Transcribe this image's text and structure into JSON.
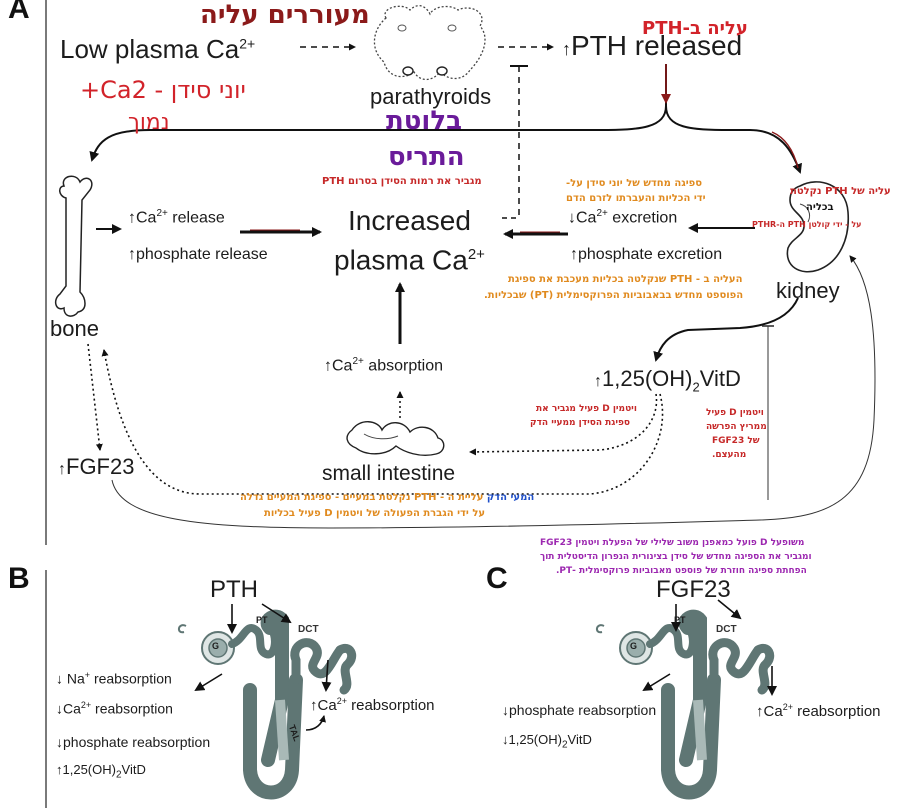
{
  "panel_a": {
    "letter": "A",
    "low_plasma": "Low plasma Ca",
    "low_plasma_sup": "2+",
    "parathyroids": "parathyroids",
    "pth_released": "PTH released",
    "increased": "Increased",
    "plasma_ca": "plasma Ca",
    "plasma_ca_sup": "2+",
    "bone": "bone",
    "ca_release": "Ca",
    "ca_release_sup": "2+",
    "ca_release_tail": " release",
    "phosphate_release": "phosphate release",
    "ca_excretion": "Ca",
    "ca_excretion_sup": "2+",
    "ca_excretion_tail": " excretion",
    "phosphate_excretion": "phosphate excretion",
    "kidney": "kidney",
    "vitd": "1,25(OH)",
    "vitd_sub": "2",
    "vitd_tail": "VitD",
    "ca_absorption": "Ca",
    "ca_absorption_sup": "2+",
    "ca_absorption_tail": " absorption",
    "small_intestine": "small intestine",
    "fgf23": "FGF23"
  },
  "hebrew_notes": {
    "activated_rise": "מעוררים עליה",
    "rise_in_pth": "עליה ב-PTH",
    "ionized_ca_low": "יוני סידן - Ca2+",
    "low": "נמוך",
    "gland": "בלוטת",
    "thyroid": "התריס",
    "pth_raises_serum": "PTH מגביר את רמות הסידן בסרום",
    "reabsorption_line1": "ספיגה מחדש של יוני סידן  על-",
    "reabsorption_line2": "ידי הכליות והעברתו לזרם הדם",
    "pth_rise_kidney_1": "עליה של  PTH  נקלטת",
    "pth_rise_kidney_2": "בכליה",
    "pth_rise_kidney_3": "על - ידי קולטן PTH ה-PTHR",
    "phosphate_note_1": "העליה ב - PTH שנקלטה בכליות מעכבת את ספיגת",
    "phosphate_note_2": "הפוספט מחדש  בבאבוביות הפרוקסימלית (PT) שבכליות.",
    "vitd_intestine_1": "ויטמין D פעיל מגביר את",
    "vitd_intestine_2": "ספיגת הסידן ממעיי הדק",
    "vitd_fgf_1": "ויטמין D פעיל",
    "vitd_fgf_2": "ממריץ הפרשה",
    "vitd_fgf_3": "של  FGF23",
    "vitd_fgf_4": "מהעצם.",
    "intestine_note_1_blue": "המעי הדק",
    "intestine_note_1": "עליית ה - PTH נקלטת במעיים - ספיגת המעיים גדלה",
    "intestine_note_2": "על ידי הגברת הפעולה של ויטמין D פעיל בכליות",
    "fgf23_note_1": "FGF23 פועל כמאפנן משוב שלילי של הפעלת ויטמין D משופעל",
    "fgf23_note_2": "ומגביר את הספיגה מחדש של סידן בצינורית הנפרון הדיסטלית תוך",
    "fgf23_note_3": "הפחתת ספיגה חוזרת של פוספט מאבוביות פרוקסימלית -PT."
  },
  "panel_b": {
    "letter": "B",
    "hormone": "PTH",
    "g": "G",
    "pt": "PT",
    "dct": "DCT",
    "tal": "TAL",
    "na": "Na",
    "na_sup": "+",
    "na_tail": " reabsorption",
    "ca": "Ca",
    "ca_sup": "2+",
    "ca_tail": " reabsorption",
    "phosphate": "phosphate reabsorption",
    "vitd": "1,25(OH)",
    "vitd_sub": "2",
    "vitd_tail": "VitD",
    "ca_right": "Ca",
    "ca_right_sup": "2+",
    "ca_right_tail": " reabsorption"
  },
  "panel_c": {
    "letter": "C",
    "hormone": "FGF23",
    "g": "G",
    "pt": "PT",
    "dct": "DCT",
    "phosphate": "phosphate reabsorption",
    "vitd": "1,25(OH)",
    "vitd_sub": "2",
    "vitd_tail": "VitD",
    "ca_right": "Ca",
    "ca_right_sup": "2+",
    "ca_right_tail": " reabsorption"
  },
  "colors": {
    "dark_red": "#8b1a1a",
    "red": "#d2232a",
    "purple": "#6a1b9a",
    "orange": "#e08a1e",
    "magenta": "#9c27b0",
    "blue": "#1f4fc9",
    "nephron_dark": "#5f7674",
    "nephron_light": "#a9b9b7"
  }
}
